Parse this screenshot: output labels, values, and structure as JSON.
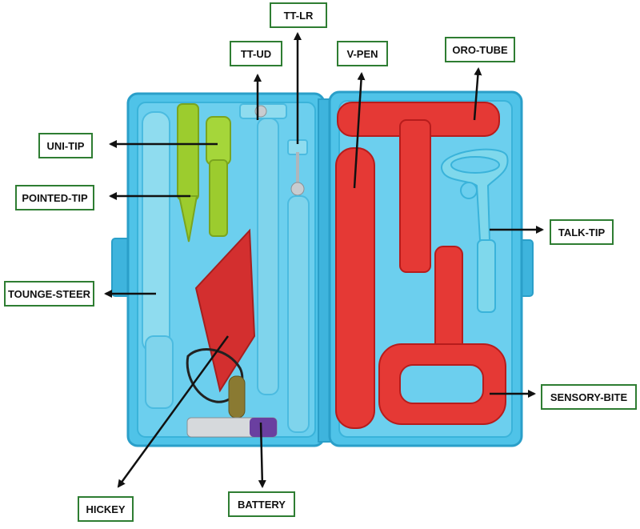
{
  "labels": {
    "tt_lr": "TT-LR",
    "tt_ud": "TT-UD",
    "v_pen": "V-PEN",
    "oro_tube": "ORO-TUBE",
    "uni_tip": "UNI-TIP",
    "pointed_tip": "POINTED-TIP",
    "tounge_steer": "TOUNGE-STEER",
    "talk_tip": "TALK-TIP",
    "sensory_bite": "SENSORY-BITE",
    "hickey": "HICKEY",
    "battery": "BATTERY"
  },
  "colors": {
    "case_blue": "#4fc3e8",
    "case_dark": "#2a9fc9",
    "tool_red": "#e53935",
    "tool_green": "#9ccc2e",
    "tool_cyan": "#7fd8ec",
    "label_border": "#2e7d32",
    "arrow": "#111111"
  }
}
